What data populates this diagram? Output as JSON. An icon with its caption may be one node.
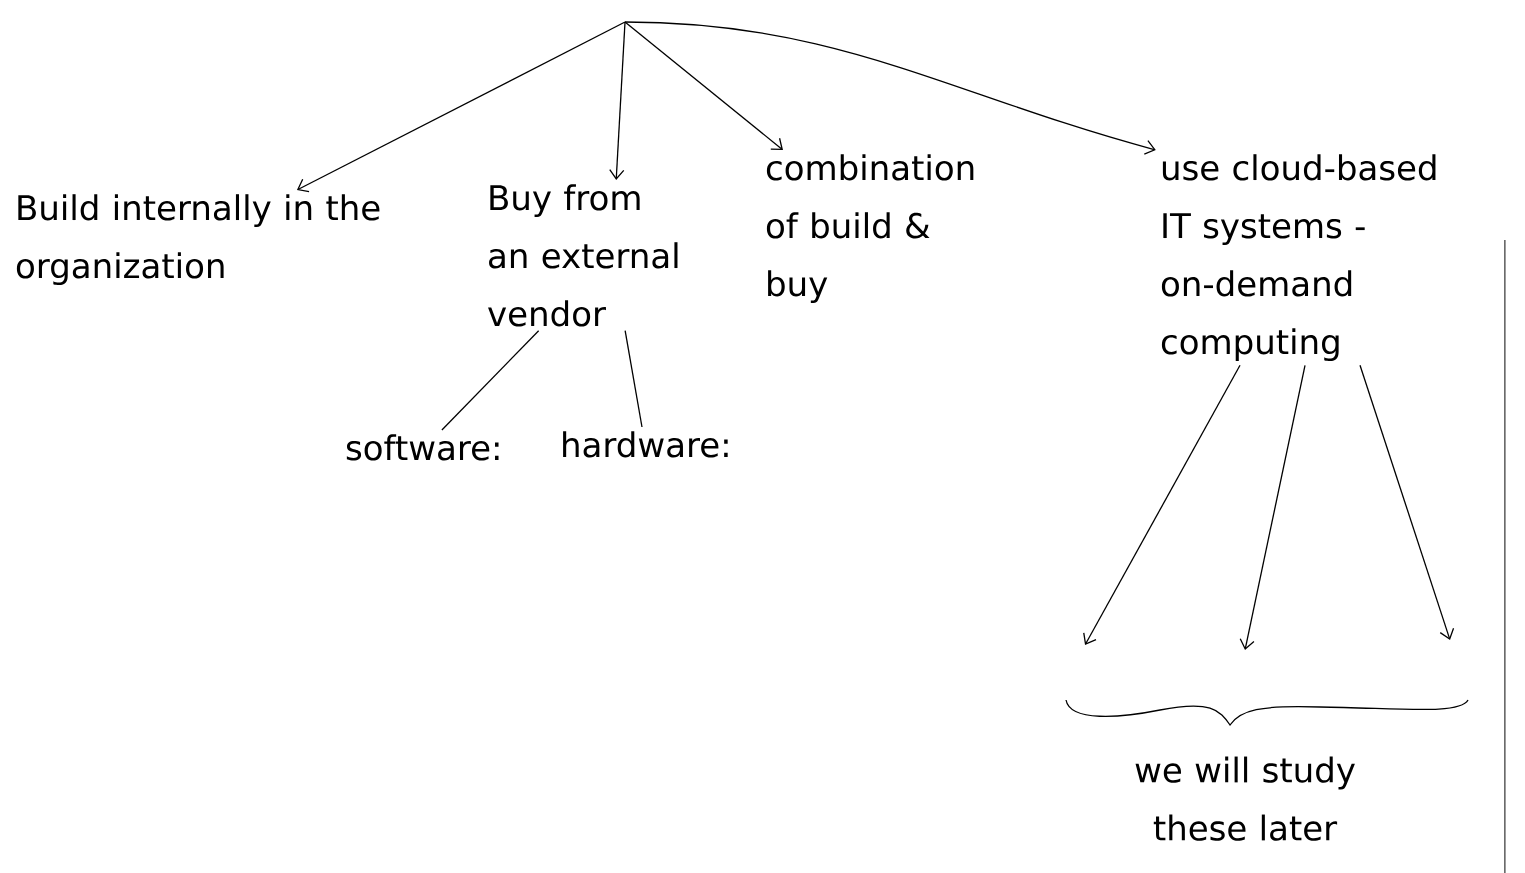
{
  "diagram": {
    "nodes": [
      {
        "text": [
          "Build internally in the organization"
        ]
      },
      {
        "text": [
          "Buy from an external vendor"
        ]
      },
      {
        "text": [
          "combination of build & buy"
        ]
      },
      {
        "text": [
          "use cloud-based IT systems - on-demand computing"
        ]
      },
      {
        "text": [
          "software:"
        ]
      },
      {
        "text": [
          "hardware:"
        ]
      }
    ],
    "edges": [
      {
        "from": null,
        "to": 0,
        "arrow": "to"
      },
      {
        "from": null,
        "to": 1,
        "arrow": "to"
      },
      {
        "from": null,
        "to": 2,
        "arrow": "to"
      },
      {
        "from": null,
        "to": 3,
        "arrow": "to"
      },
      {
        "from": 1,
        "to": 4,
        "arrow": "none"
      },
      {
        "from": 1,
        "to": 5,
        "arrow": "none"
      },
      {
        "from": 3,
        "to": null,
        "arrow": "to"
      },
      {
        "from": 3,
        "to": null,
        "arrow": "to"
      },
      {
        "from": 3,
        "to": null,
        "arrow": "to"
      }
    ],
    "labels": [
      "we will study these later"
    ]
  }
}
